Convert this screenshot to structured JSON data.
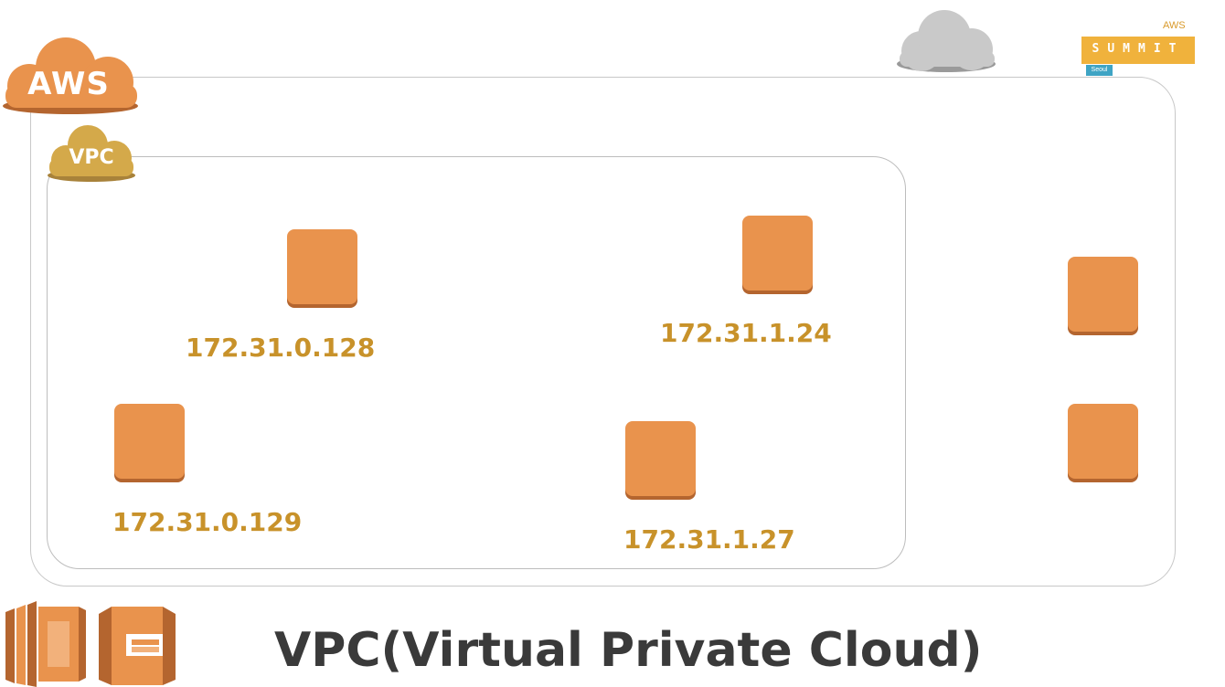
{
  "aws_cloud": {
    "label": "AWS"
  },
  "vpc_cloud": {
    "label": "VPC"
  },
  "summit_badge": {
    "brand": "AWS",
    "name": "SUMMIT",
    "city": "Seoul"
  },
  "instances": {
    "vpc": [
      {
        "ip": "172.31.0.128"
      },
      {
        "ip": "172.31.1.24"
      },
      {
        "ip": "172.31.0.129"
      },
      {
        "ip": "172.31.1.27"
      }
    ],
    "outside_vpc_count": 2
  },
  "title": "VPC(Virtual Private Cloud)",
  "colors": {
    "aws_orange": "#e9934d",
    "vpc_gold": "#d4a94a",
    "ip_text": "#c8922a",
    "summit_yellow": "#f0b23c",
    "title_text": "#3a3a3a"
  },
  "icons": [
    "aws-cloud-icon",
    "vpc-cloud-icon",
    "internet-cloud-icon",
    "ec2-service-icon",
    "vpc-service-icon",
    "ec2-instance-icon"
  ]
}
